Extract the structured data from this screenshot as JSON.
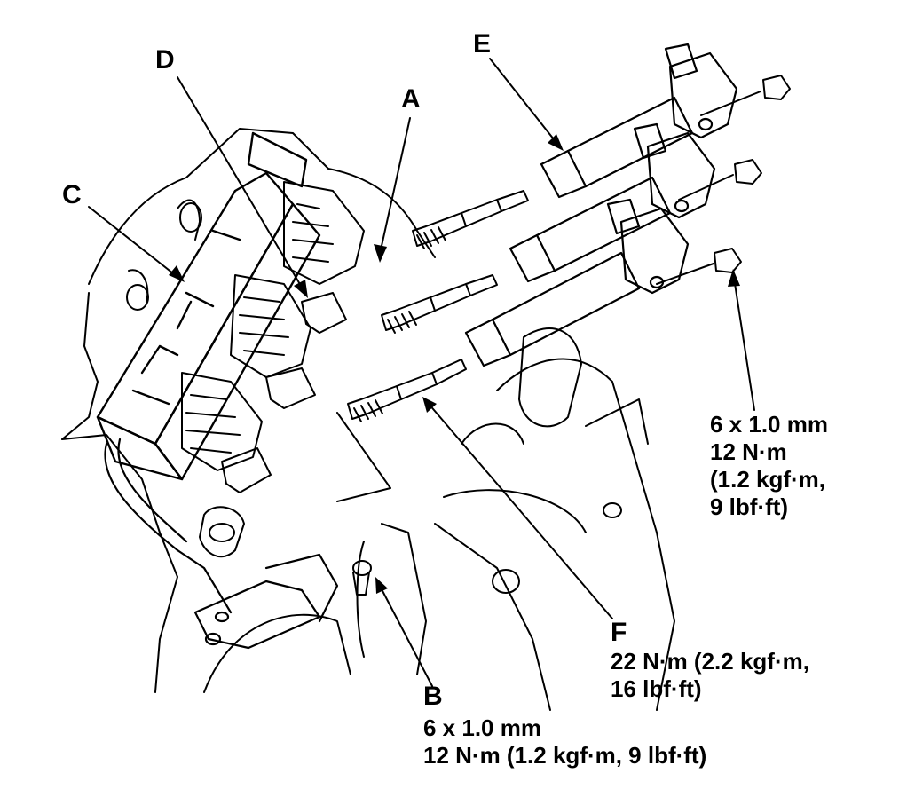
{
  "callouts": {
    "A": {
      "letter": "A"
    },
    "B": {
      "letter": "B",
      "spec": [
        "6 x 1.0 mm",
        "12 N·m (1.2 kgf·m, 9 lbf·ft)"
      ]
    },
    "C": {
      "letter": "C"
    },
    "D": {
      "letter": "D"
    },
    "E": {
      "letter": "E"
    },
    "F": {
      "letter": "F",
      "spec": [
        "22 N·m (2.2 kgf·m,",
        "16 lbf·ft)"
      ]
    },
    "bolt": {
      "spec": [
        "6 x 1.0 mm",
        "12 N·m",
        "(1.2 kgf·m,",
        "9 lbf·ft)"
      ]
    }
  },
  "colors": {
    "ink": "#000000",
    "paper": "#ffffff"
  }
}
